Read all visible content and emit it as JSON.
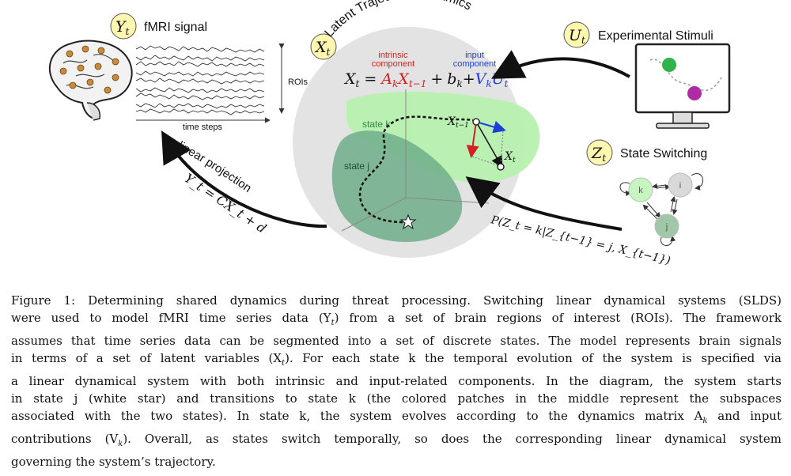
{
  "figure": {
    "panel_y": {
      "badge": "Y",
      "badge_sub": "t",
      "title": "fMRI signal",
      "rois_label": "ROIs",
      "time_label": "time steps"
    },
    "panel_x": {
      "badge": "X",
      "badge_sub": "t",
      "title": "Latent Trajectory Dynamics"
    },
    "panel_u": {
      "badge": "U",
      "badge_sub": "t",
      "title": "Experimental Stimuli"
    },
    "panel_z": {
      "badge": "Z",
      "badge_sub": "t",
      "title": "State Switching",
      "nodes": [
        "k",
        "i",
        "j"
      ]
    },
    "equation": {
      "lhs": "X",
      "lhs_sub": "t",
      "eq": "=",
      "intrinsic_label": [
        "intrinsic",
        "component"
      ],
      "input_label": [
        "input",
        "component"
      ],
      "intrinsic_term": "A",
      "intrinsic_sub": "k",
      "intrinsic_x": "X",
      "intrinsic_x_sub": "t−1",
      "plus1": "+",
      "bias": "b",
      "bias_sub": "k",
      "plus2": "+",
      "input_term": "V",
      "input_sub": "k",
      "input_u": "U",
      "input_u_sub": "t"
    },
    "latent": {
      "state_k": "state k",
      "state_j": "state j",
      "x_prev": "X",
      "x_prev_sub": "t−1",
      "x_curr": "X",
      "x_curr_sub": "t"
    },
    "projection": {
      "label": "linear projection",
      "formula": "Y_t = CX_t + d"
    },
    "transition": {
      "formula": "P(Z_t = k|Z_{t−1} = j, X_{t−1})"
    },
    "colors": {
      "intrinsic": "#d42020",
      "input": "#1d3fd6",
      "state_k": "#b8f0b0",
      "state_j": "#6fae8a",
      "circle": "#e3e3e3",
      "node_k": "#c6f5c0",
      "node_i": "#d9d9d9",
      "node_j": "#9fc7a8"
    }
  },
  "caption": {
    "lines": [
      "Figure 1: Determining shared dynamics during threat processing. Switching linear dynamical systems (SLDS)",
      "were used to model fMRI time series data (Y",
      "assumes that time series data can be segmented into a set of discrete states. The model represents brain signals",
      "in terms of a set of latent variables (X",
      "a linear dynamical system with both intrinsic and input-related components. In the diagram, the system starts",
      "in state j (white star) and transitions to state k (the colored patches in the middle represent the subspaces",
      "associated with the two states). In state k, the system evolves according to the dynamics matrix A",
      "contributions (V",
      "governing the system’s trajectory."
    ],
    "line2_sub": "t",
    "line2_rest": ") from a set of brain regions of interest (ROIs). The framework",
    "line4_sub": "t",
    "line4_rest": "). For each state k the temporal evolution of the system is specified via",
    "line7_sub": "k",
    "line7_rest": " and input",
    "line8_sub": "k",
    "line8_rest": ").  Overall, as states switch temporally, so does the corresponding linear dynamical system"
  }
}
